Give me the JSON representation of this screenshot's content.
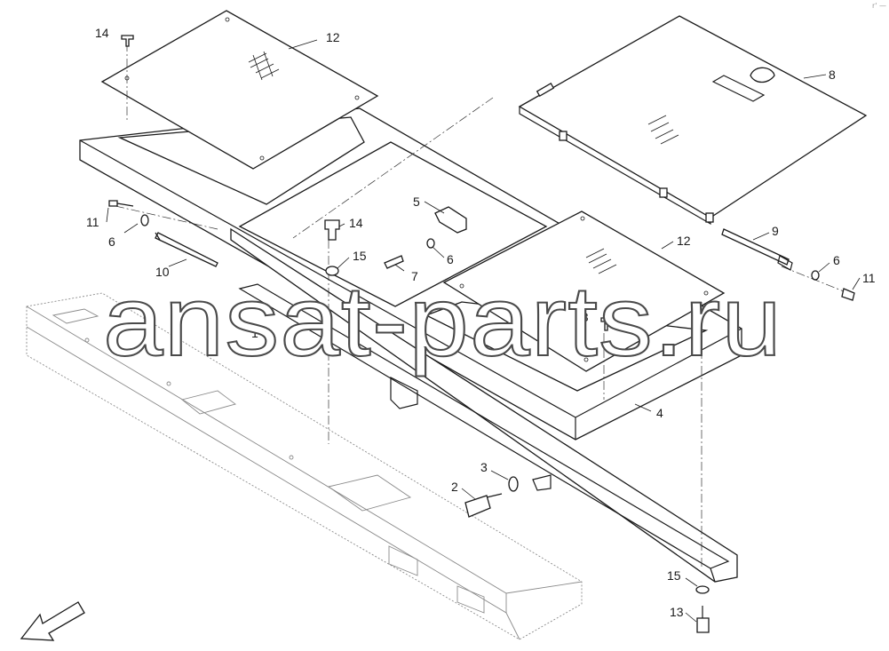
{
  "watermark": "ansat-parts.ru",
  "corner_mark": "r' —",
  "callouts": [
    {
      "id": "c1",
      "label": "1"
    },
    {
      "id": "c2",
      "label": "2"
    },
    {
      "id": "c3",
      "label": "3"
    },
    {
      "id": "c4",
      "label": "4"
    },
    {
      "id": "c5",
      "label": "5"
    },
    {
      "id": "c6a",
      "label": "6"
    },
    {
      "id": "c6b",
      "label": "6"
    },
    {
      "id": "c6c",
      "label": "6"
    },
    {
      "id": "c7",
      "label": "7"
    },
    {
      "id": "c8",
      "label": "8"
    },
    {
      "id": "c9",
      "label": "9"
    },
    {
      "id": "c10",
      "label": "10"
    },
    {
      "id": "c11a",
      "label": "11"
    },
    {
      "id": "c11b",
      "label": "11"
    },
    {
      "id": "c12a",
      "label": "12"
    },
    {
      "id": "c12b",
      "label": "12"
    },
    {
      "id": "c13a",
      "label": "13"
    },
    {
      "id": "c13b",
      "label": "13"
    },
    {
      "id": "c14a",
      "label": "14"
    },
    {
      "id": "c14b",
      "label": "14"
    },
    {
      "id": "c15a",
      "label": "15"
    },
    {
      "id": "c15b",
      "label": "15"
    }
  ],
  "icons": {
    "direction": "arrow-icon"
  }
}
